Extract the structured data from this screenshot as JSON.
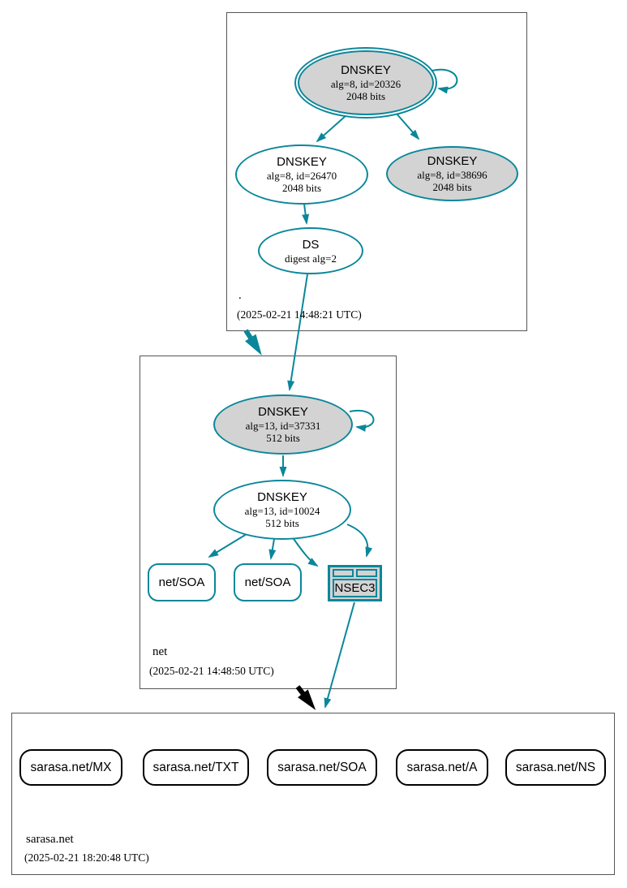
{
  "colors": {
    "secure_teal": "#0a879a",
    "node_fill_gray": "#d3d3d3",
    "insecure_black": "#000000",
    "zone_border_gray": "#555555"
  },
  "zones": {
    "root": {
      "label": ".",
      "timestamp": "(2025-02-21 14:48:21 UTC)",
      "key_20326": {
        "type": "DNSKEY",
        "params": "alg=8, id=20326",
        "size": "2048 bits"
      },
      "key_26470": {
        "type": "DNSKEY",
        "params": "alg=8, id=26470",
        "size": "2048 bits"
      },
      "key_38696": {
        "type": "DNSKEY",
        "params": "alg=8, id=38696",
        "size": "2048 bits"
      },
      "ds": {
        "type": "DS",
        "params": "digest alg=2"
      }
    },
    "net": {
      "label": "net",
      "timestamp": "(2025-02-21 14:48:50 UTC)",
      "key_37331": {
        "type": "DNSKEY",
        "params": "alg=13, id=37331",
        "size": "512 bits"
      },
      "key_10024": {
        "type": "DNSKEY",
        "params": "alg=13, id=10024",
        "size": "512 bits"
      },
      "soa1": {
        "label": "net/SOA"
      },
      "soa2": {
        "label": "net/SOA"
      },
      "nsec3": {
        "label": "NSEC3"
      }
    },
    "sarasa": {
      "label": "sarasa.net",
      "timestamp": "(2025-02-21 18:20:48 UTC)",
      "rrsets": [
        "sarasa.net/MX",
        "sarasa.net/TXT",
        "sarasa.net/SOA",
        "sarasa.net/A",
        "sarasa.net/NS"
      ]
    }
  }
}
